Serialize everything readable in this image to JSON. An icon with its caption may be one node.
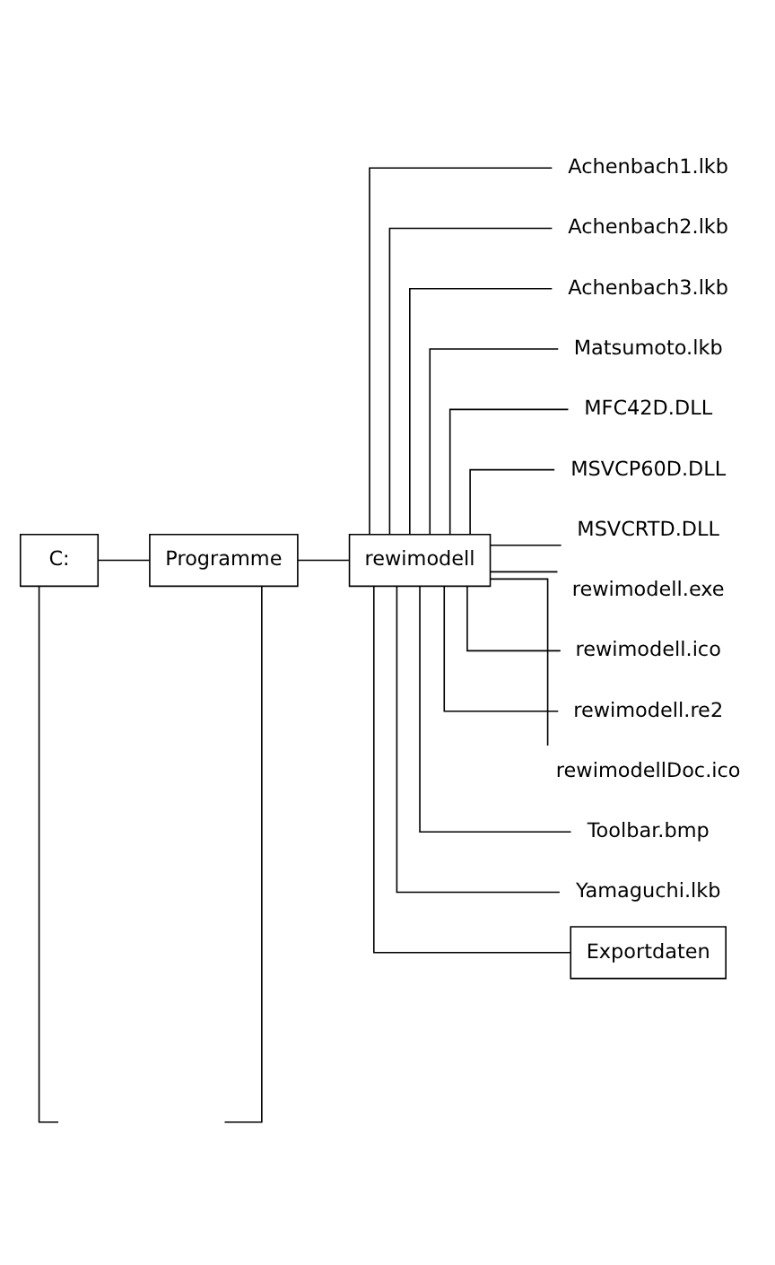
{
  "diagram": {
    "nodes": [
      {
        "text": [
          "C:"
        ]
      },
      {
        "text": [
          "Programme"
        ]
      },
      {
        "text": [
          "rewimodell"
        ]
      },
      {
        "text": [
          "Achenbach1.lkb"
        ]
      },
      {
        "text": [
          "Achenbach2.lkb"
        ]
      },
      {
        "text": [
          "Achenbach3.lkb"
        ]
      },
      {
        "text": [
          "Matsumoto.lkb"
        ]
      },
      {
        "text": [
          "MFC42D.DLL"
        ]
      },
      {
        "text": [
          "MSVCP60D.DLL"
        ]
      },
      {
        "text": [
          "MSVCRTD.DLL"
        ]
      },
      {
        "text": [
          "rewimodell.exe"
        ]
      },
      {
        "text": [
          "rewimodell.ico"
        ]
      },
      {
        "text": [
          "rewimodell.re2"
        ]
      },
      {
        "text": [
          "rewimodellDoc.ico"
        ]
      },
      {
        "text": [
          "Toolbar.bmp"
        ]
      },
      {
        "text": [
          "Yamaguchi.lkb"
        ]
      },
      {
        "text": [
          "Exportdaten"
        ]
      }
    ],
    "edges": [
      {
        "from": 0,
        "to": 1,
        "arrow": "none"
      },
      {
        "from": 0,
        "to": null,
        "arrow": "none"
      },
      {
        "from": 1,
        "to": 2,
        "arrow": "none"
      },
      {
        "from": 1,
        "to": null,
        "arrow": "none"
      },
      {
        "from": 2,
        "to": 3,
        "arrow": "none"
      },
      {
        "from": 2,
        "to": 4,
        "arrow": "none"
      },
      {
        "from": 2,
        "to": 5,
        "arrow": "none"
      },
      {
        "from": 2,
        "to": 6,
        "arrow": "none"
      },
      {
        "from": 2,
        "to": 7,
        "arrow": "none"
      },
      {
        "from": 2,
        "to": 8,
        "arrow": "none"
      },
      {
        "from": 2,
        "to": 9,
        "arrow": "none"
      },
      {
        "from": 2,
        "to": 10,
        "arrow": "none"
      },
      {
        "from": 2,
        "to": 11,
        "arrow": "none"
      },
      {
        "from": 2,
        "to": 12,
        "arrow": "none"
      },
      {
        "from": 2,
        "to": 13,
        "arrow": "none"
      },
      {
        "from": 2,
        "to": 14,
        "arrow": "none"
      },
      {
        "from": 2,
        "to": 15,
        "arrow": "none"
      },
      {
        "from": 2,
        "to": 16,
        "arrow": "none"
      }
    ]
  }
}
